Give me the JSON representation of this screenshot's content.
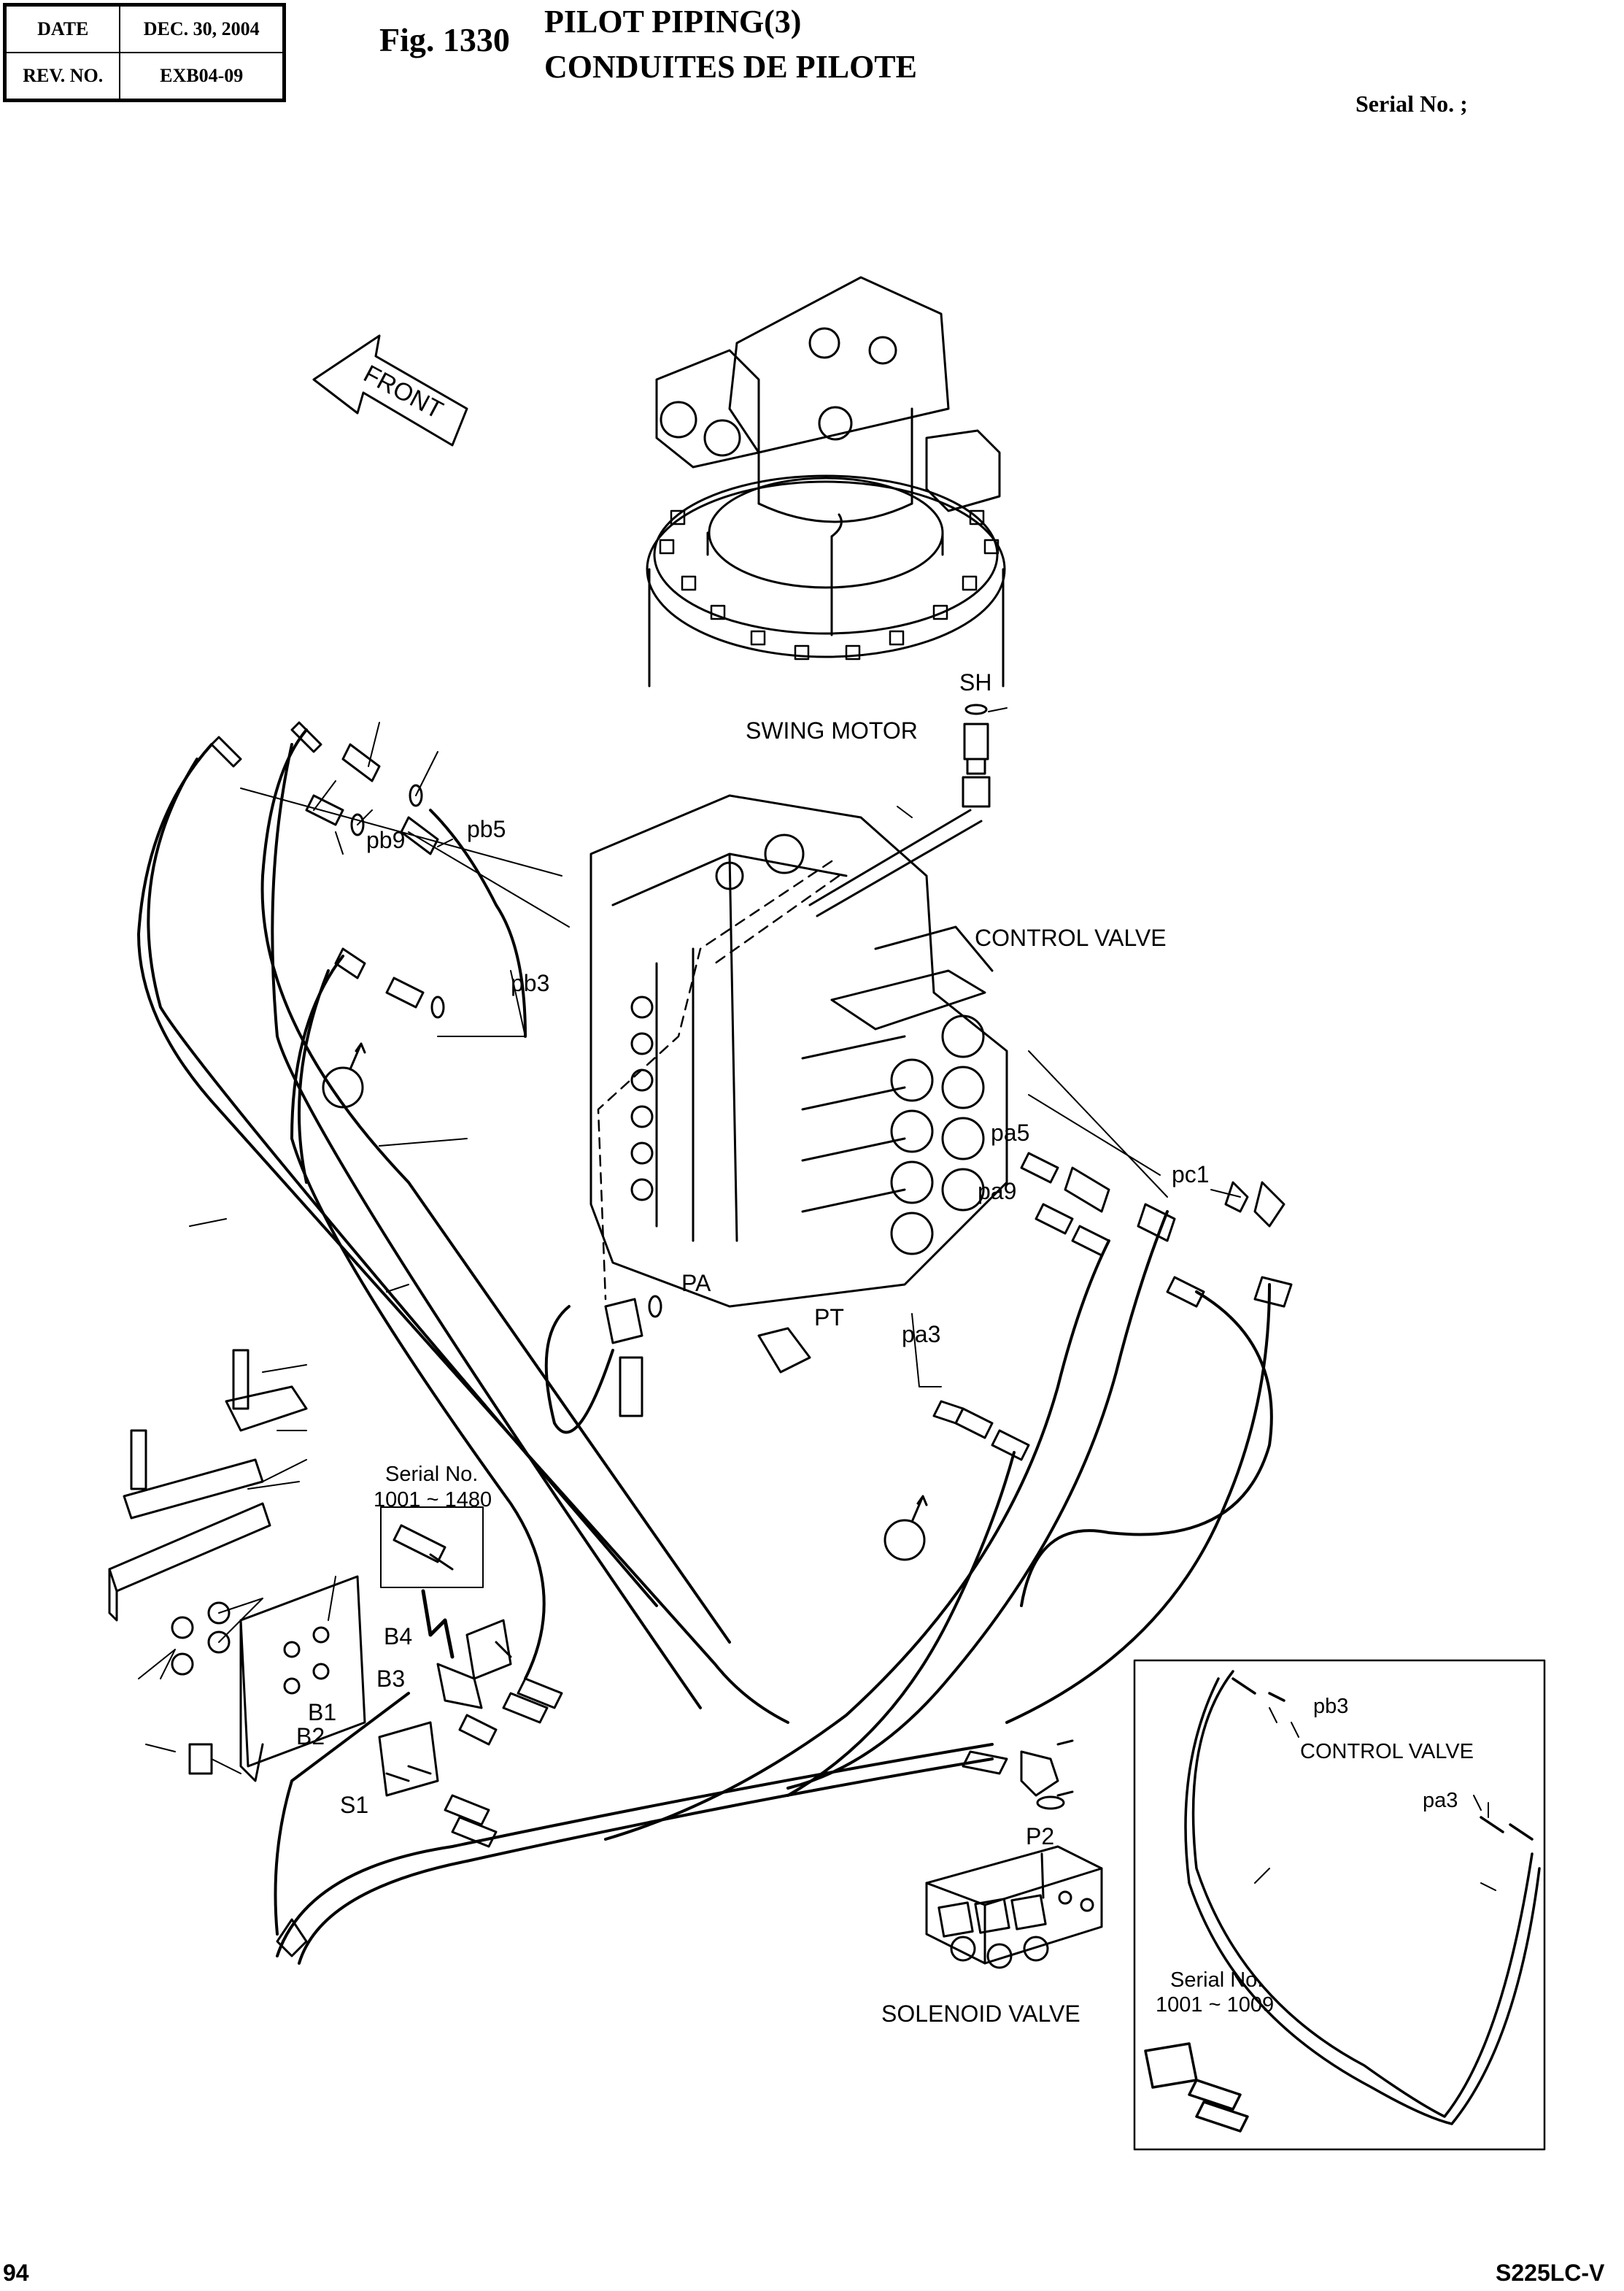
{
  "header": {
    "date_label": "DATE",
    "date_value": "DEC. 30, 2004",
    "rev_label": "REV. NO.",
    "rev_value": "EXB04-09"
  },
  "figure": {
    "number": "Fig. 1330",
    "title_en": "PILOT PIPING(3)",
    "title_fr": "CONDUITES DE PILOTE",
    "serial": "Serial No. ;"
  },
  "labels": {
    "front": "FRONT",
    "swing_motor": "SWING MOTOR",
    "control_valve": "CONTROL VALVE",
    "solenoid_valve": "SOLENOID VALVE",
    "sh": "SH",
    "pb5": "pb5",
    "pb9": "pb9",
    "pb3": "pb3",
    "pa5": "pa5",
    "pa9": "pa9",
    "pc1": "pc1",
    "pa": "PA",
    "pt": "PT",
    "pa3": "pa3",
    "p2": "P2",
    "b1": "B1",
    "b2": "B2",
    "b3": "B3",
    "b4": "B4",
    "s1": "S1",
    "serial_a_title": "Serial No.",
    "serial_a_range": "1001 ~ 1480"
  },
  "inset": {
    "pb3": "pb3",
    "control_valve": "CONTROL VALVE",
    "pa3": "pa3",
    "serial_title": "Serial No.",
    "serial_range": "1001 ~ 1009"
  },
  "footer": {
    "page": "94",
    "model": "S225LC-V"
  }
}
